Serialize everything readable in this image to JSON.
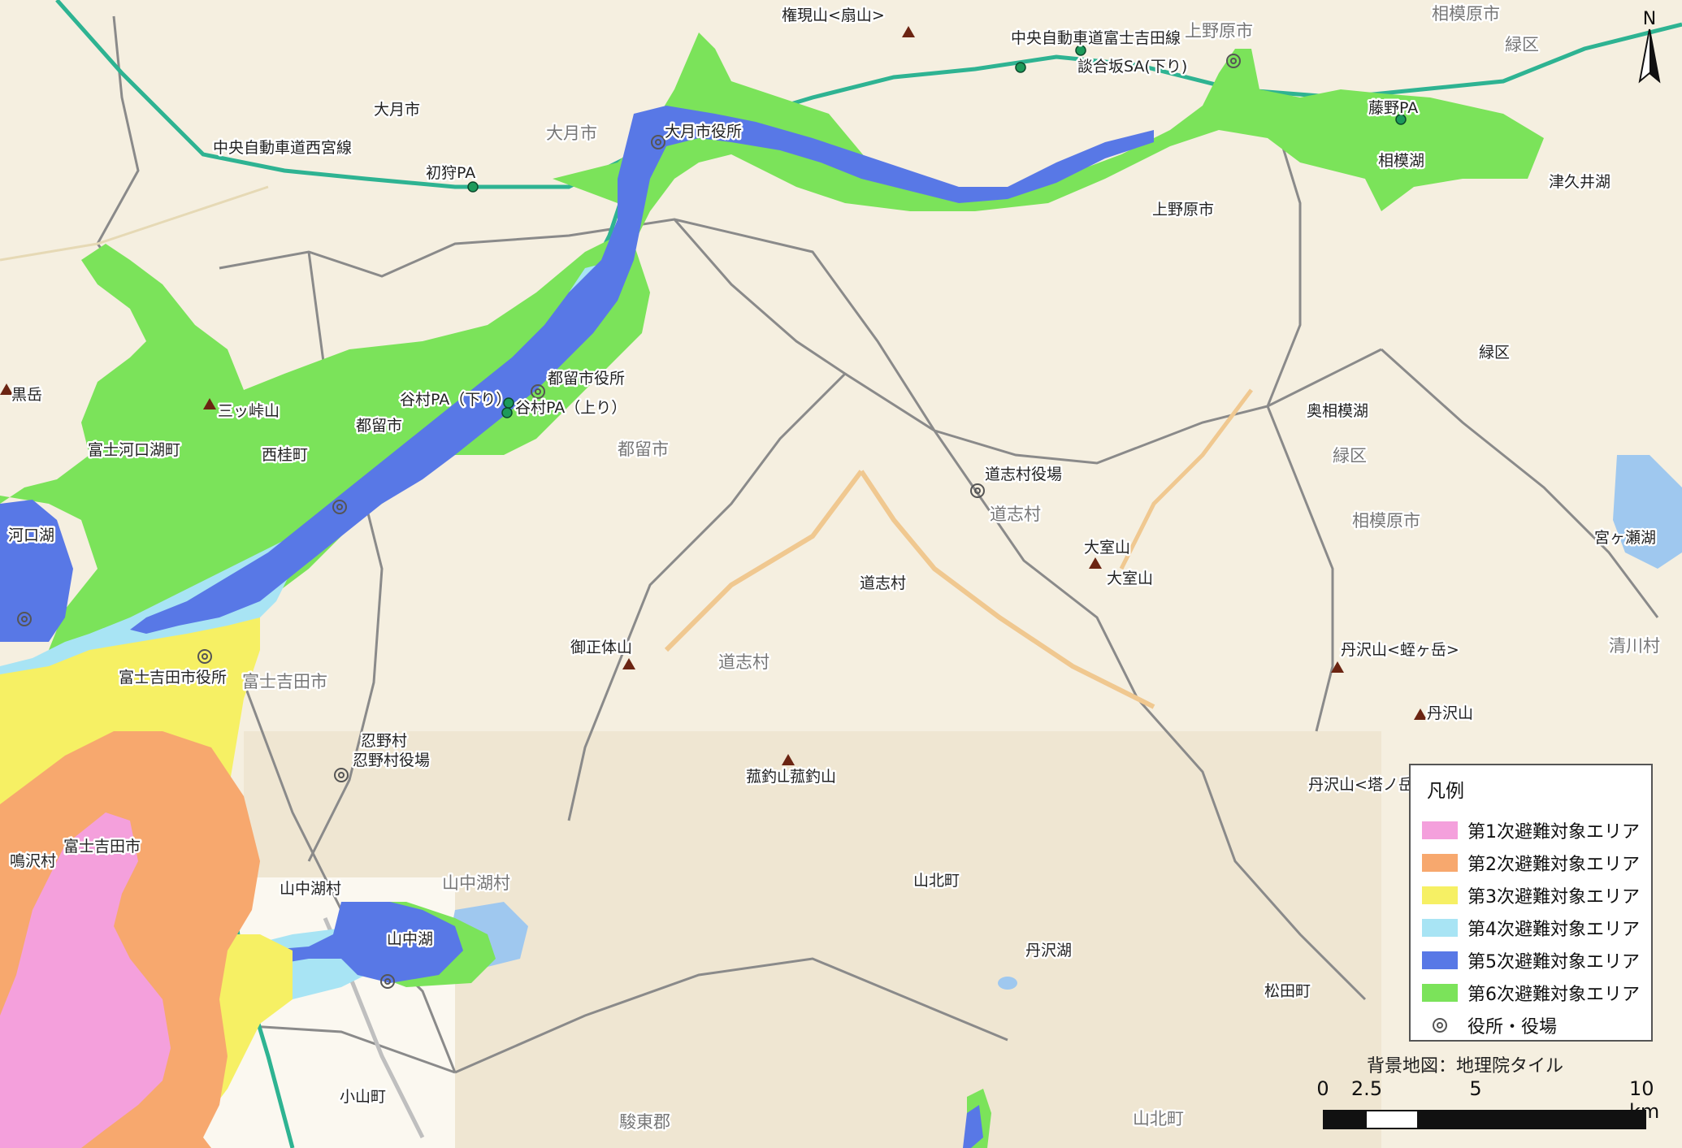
{
  "map": {
    "colors": {
      "background": "#f5efe0",
      "zone1": "#f4a0dc",
      "zone2": "#f7a86e",
      "zone3": "#f6f064",
      "zone4": "#a8e4f4",
      "zone5": "#5878e6",
      "zone6": "#7be35a",
      "lake": "#9fc8ef",
      "expressway": "#2eb392",
      "admin_border": "#8a8a8a",
      "route": "#f0c890"
    },
    "labels": {
      "otsuki_city": "大月市",
      "otsuki_city2": "大月市",
      "otsuki_office": "大月市役所",
      "uenohara_city": "上野原市",
      "uenohara_city2": "上野原市",
      "tsuru_city": "都留市",
      "tsuru_city2": "都留市",
      "tsuru_office": "都留市役所",
      "nishikatsura_town": "西桂町",
      "fujikawaguchiko_town": "富士河口湖町",
      "kawaguchi_lake": "河口湖",
      "fujiyoshida_city": "富士吉田市",
      "fujiyoshida_city2": "富士吉田市",
      "fujiyoshida_office": "富士吉田市役所",
      "oshino_village": "忍野村",
      "oshino_office": "忍野村役場",
      "narusawa_village": "鳴沢村",
      "yamanakako_village": "山中湖村",
      "yamanakako_village2": "山中湖村",
      "yamanaka_lake": "山中湖",
      "doshi_village": "道志村",
      "doshi_village2": "道志村",
      "doshi_village3": "道志村",
      "doshi_office": "道志村役場",
      "yamakita_town": "山北町",
      "yamakita_town2": "山北町",
      "tanzawa_lake": "丹沢湖",
      "matsuda_town": "松田町",
      "oyama_town": "小山町",
      "sunto_county": "駿東郡",
      "midori_ward": "緑区",
      "midori_ward2": "緑区",
      "midori_ward3": "緑区",
      "sagamihara_city": "相模原市",
      "sagamihara_city2": "相模原市",
      "sagami_lake": "相模湖",
      "tsukui_lake": "津久井湖",
      "oku_sagami_lake": "奥相模湖",
      "miyagase_lake": "宮ヶ瀬湖",
      "kiyokawa_village": "清川村",
      "chuo_nishimiya": "中央自動車道西宮線",
      "chuo_fujiyoshida": "中央自動車道富士吉田線",
      "hatsukari_pa": "初狩PA",
      "fujino_pa": "藤野PA",
      "dangozaka_sa": "談合坂SA(下り)",
      "yamura_pa_down": "谷村PA（下り）",
      "yamura_pa_up": "谷村PA（上り）",
      "mt_gongen": "権現山<扇山>",
      "mt_mitsutoge": "三ッ峠山",
      "mt_kuro": "黒岳",
      "mt_mishotai": "御正体山",
      "mt_omuro": "大室山",
      "mt_omuro2": "大室山",
      "mt_kobatsuri": "菰釣山",
      "mt_kobatsuri2": "菰釣山",
      "mt_tanzawa_hiru": "丹沢山<蛭ヶ岳>",
      "mt_tanzawa": "丹沢山",
      "mt_tanzawa_tono": "丹沢山<塔ノ岳"
    },
    "north": "N"
  },
  "legend": {
    "title": "凡例",
    "items": [
      {
        "label": "第1次避難対象エリア",
        "color": "#f4a0dc"
      },
      {
        "label": "第2次避難対象エリア",
        "color": "#f7a86e"
      },
      {
        "label": "第3次避難対象エリア",
        "color": "#f6f064"
      },
      {
        "label": "第4次避難対象エリア",
        "color": "#a8e4f4"
      },
      {
        "label": "第5次避難対象エリア",
        "color": "#5878e6"
      },
      {
        "label": "第6次避難対象エリア",
        "color": "#7be35a"
      }
    ],
    "office_label": "役所・役場"
  },
  "source": "背景地図：地理院タイル",
  "scale": {
    "ticks": [
      "0",
      "2.5",
      "5",
      "10 km"
    ]
  }
}
